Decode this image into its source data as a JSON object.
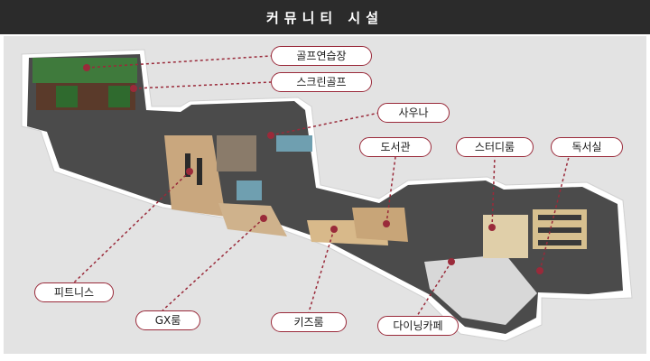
{
  "header": {
    "title": "커뮤니티 시설"
  },
  "facilities": [
    {
      "key": "golf_practice",
      "label": "골프연습장"
    },
    {
      "key": "screen_golf",
      "label": "스크린골프"
    },
    {
      "key": "sauna",
      "label": "사우나"
    },
    {
      "key": "library",
      "label": "도서관"
    },
    {
      "key": "study_room",
      "label": "스터디룸"
    },
    {
      "key": "reading_room",
      "label": "독서실"
    },
    {
      "key": "fitness",
      "label": "피트니스"
    },
    {
      "key": "gx_room",
      "label": "GX룸"
    },
    {
      "key": "kids_room",
      "label": "키즈룸"
    },
    {
      "key": "dining_cafe",
      "label": "다이닝카페"
    }
  ],
  "colors": {
    "accent": "#9a2a3a",
    "header_bg": "#2b2b2b",
    "floor_dark": "#3a3a3a",
    "floor_wood": "#c9a77e",
    "grass": "#3f7a3c"
  }
}
